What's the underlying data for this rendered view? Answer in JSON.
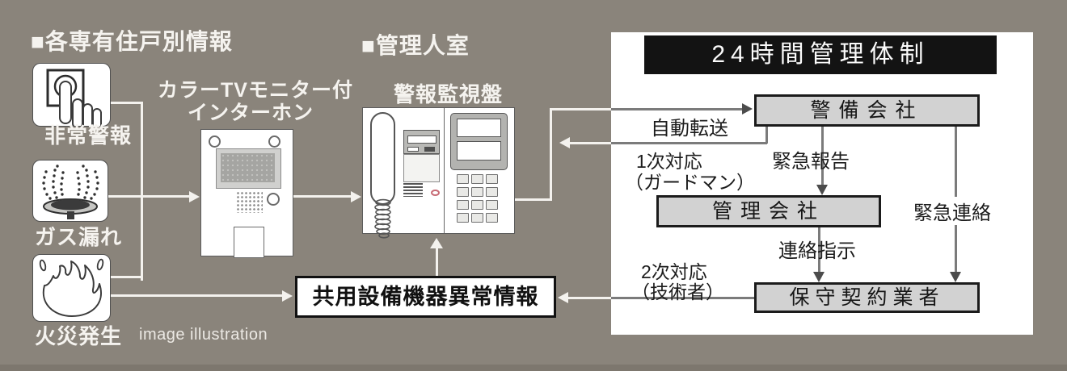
{
  "left_section": {
    "header": "■各専有住戸別情報",
    "items": [
      {
        "icon": "emergency-button-icon",
        "label": "非常警報"
      },
      {
        "icon": "gas-leak-icon",
        "label": "ガス漏れ"
      },
      {
        "icon": "fire-icon",
        "label": "火災発生"
      }
    ],
    "caption": "image illustration"
  },
  "intercom": {
    "label_line1": "カラーTVモニター付",
    "label_line2": "インターホン"
  },
  "manager_room": {
    "header": "■管理人室",
    "device_label": "警報監視盤"
  },
  "shared_equipment_box": {
    "label": "共用設備機器異常情報"
  },
  "management_panel": {
    "title": "24時間管理体制",
    "security_company": "警備会社",
    "management_company": "管理会社",
    "maintenance_contractor": "保守契約業者",
    "labels": {
      "auto_transfer": "自動転送",
      "primary_response_line1": "1次対応",
      "primary_response_line2": "（ガードマン）",
      "emergency_report": "緊急報告",
      "emergency_contact": "緊急連絡",
      "contact_instruction": "連絡指示",
      "secondary_response_line1": "2次対応",
      "secondary_response_line2": "（技術者）"
    }
  },
  "colors": {
    "background": "#8a847b",
    "panel_bg": "#ffffff",
    "title_bg": "#131313",
    "org_box_bg": "#d2d2d2",
    "outside_line": "#f4f2ee",
    "inside_line": "#7b7b7b"
  }
}
